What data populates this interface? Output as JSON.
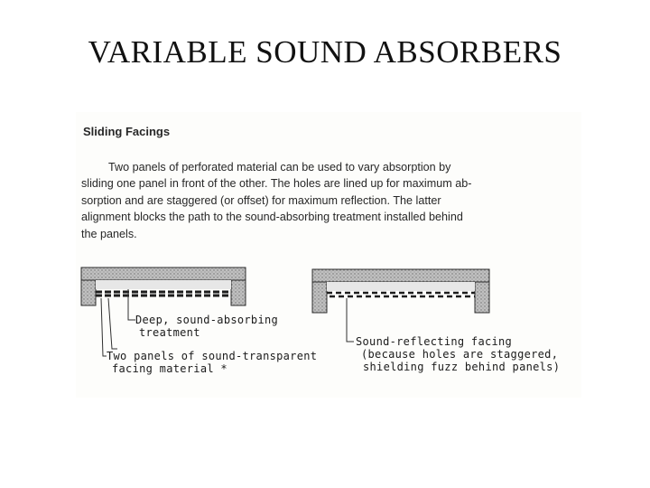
{
  "title": "VARIABLE SOUND ABSORBERS",
  "scan": {
    "heading": "Sliding Facings",
    "paragraph_lines": [
      "Two panels of perforated material can be used to vary absorption by",
      "sliding one panel in front of the other. The holes are lined up for maximum ab-",
      "sorption and are staggered (or offset) for maximum reflection. The latter",
      "alignment blocks the path to the sound-absorbing treatment installed behind",
      "the panels."
    ],
    "labels": {
      "deep_treatment_1": "Deep, sound-absorbing",
      "deep_treatment_2": "treatment",
      "two_panels_1": "Two panels of sound-transparent",
      "two_panels_2": "facing material *",
      "reflecting_1": "Sound-reflecting facing",
      "reflecting_2": "(because holes are staggered,",
      "reflecting_3": "shielding fuzz behind panels)"
    }
  }
}
